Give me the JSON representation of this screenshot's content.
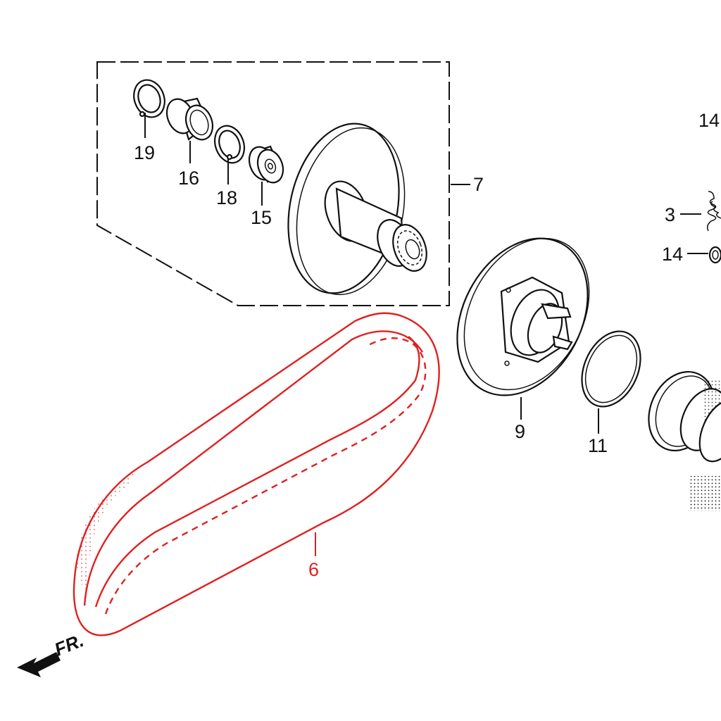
{
  "labels": {
    "p19": "19",
    "p16": "16",
    "p18": "18",
    "p15": "15",
    "p7": "7",
    "p14a": "14",
    "p3": "3",
    "p14b": "14",
    "p9": "9",
    "p11": "11",
    "p6": "6",
    "front": "FR."
  },
  "colors": {
    "highlight": "#e02020",
    "line": "#111111",
    "background": "#ffffff"
  }
}
